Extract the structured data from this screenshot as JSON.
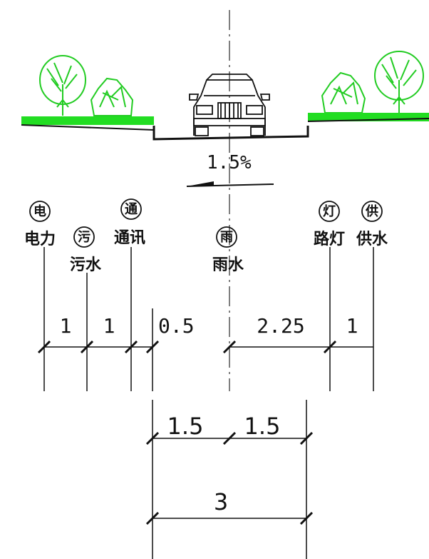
{
  "road": {
    "slope_text": "1.5%"
  },
  "pipes": [
    {
      "symbol": "电",
      "name": "电力"
    },
    {
      "symbol": "污",
      "name": "污水"
    },
    {
      "symbol": "通",
      "name": "通讯"
    },
    {
      "symbol": "雨",
      "name": "雨水"
    },
    {
      "symbol": "灯",
      "name": "路灯"
    },
    {
      "symbol": "供",
      "name": "供水"
    }
  ],
  "dimensions": {
    "spacing": [
      "1",
      "1",
      "0.5",
      "2.25",
      "1"
    ],
    "lanes": [
      "1.5",
      "1.5"
    ],
    "total": "3"
  },
  "colors": {
    "green": "#22dd22",
    "line": "#111111"
  }
}
